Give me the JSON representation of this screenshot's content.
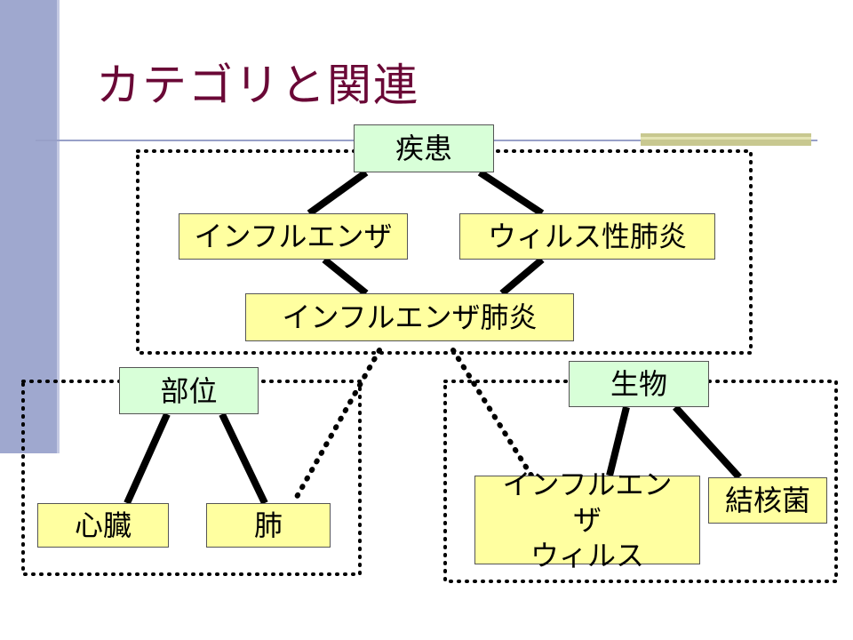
{
  "slide": {
    "title": "カテゴリと関連"
  },
  "nodes": {
    "disease": "疾患",
    "influenza": "インフルエンザ",
    "viral_pneumonia": "ウィルス性肺炎",
    "influenza_pneumonia": "インフルエンザ肺炎",
    "body_part": "部位",
    "heart": "心臓",
    "lung": "肺",
    "organism": "生物",
    "influenza_virus_lines": [
      "インフルエン",
      "ザ",
      "ウィルス"
    ],
    "tuberculosis_bacterium": "結核菌"
  },
  "colors": {
    "title": "#6a0836",
    "sidebar": "#9fa8cf",
    "category_box": "#d8ffd8",
    "term_box": "#ffffa0",
    "accent": "#c8c890"
  }
}
